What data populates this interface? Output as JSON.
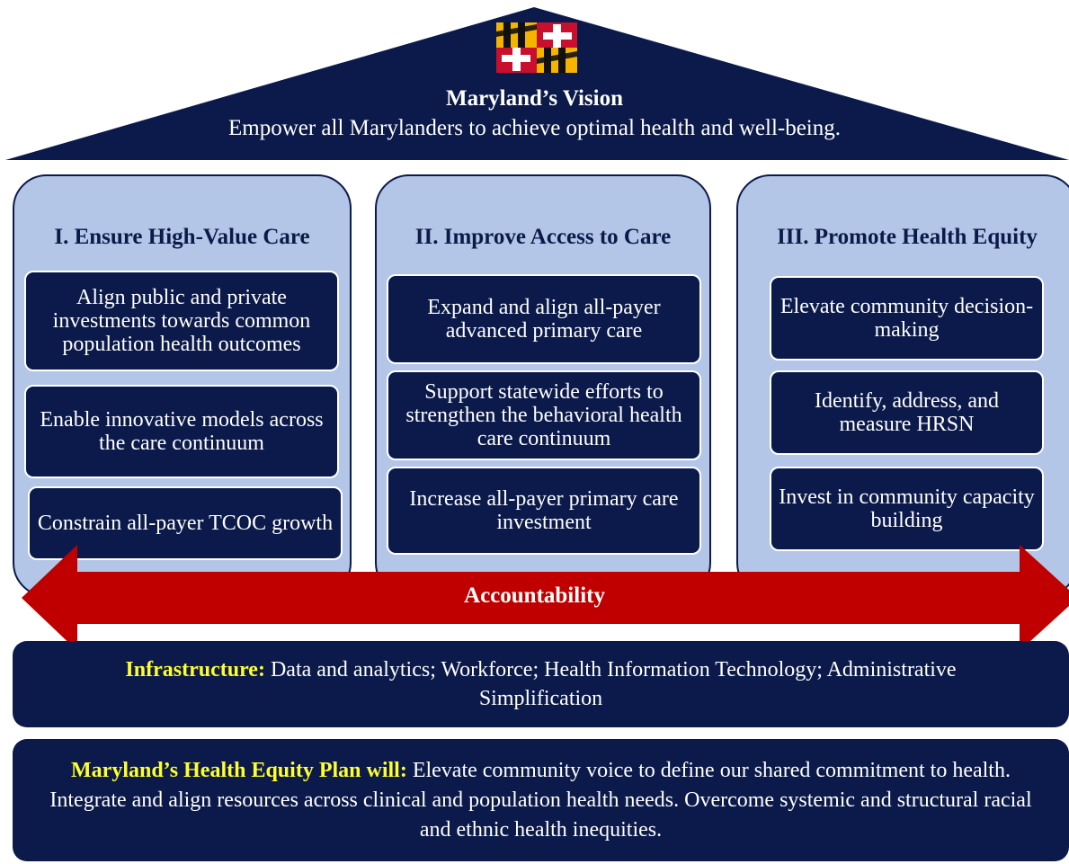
{
  "colors": {
    "navy": "#0b1a4a",
    "pillar_fill": "#b4c6e7",
    "arrow_red": "#c00000",
    "highlight_yellow": "#ffff2e"
  },
  "roof": {
    "logo": "maryland-flag-icon",
    "title": "Maryland’s Vision",
    "text": "Empower all Marylanders to achieve optimal health and well-being."
  },
  "pillars": [
    {
      "title": "I. Ensure High-Value Care",
      "items": [
        "Align public and private investments towards common population health outcomes",
        "Enable innovative models across the care continuum",
        "Constrain all-payer TCOC growth"
      ]
    },
    {
      "title": "II. Improve Access to Care",
      "items": [
        "Expand and align all-payer advanced primary care",
        "Support statewide efforts to strengthen the behavioral health care continuum",
        "Increase all-payer primary care investment"
      ]
    },
    {
      "title": "III. Promote Health Equity",
      "items": [
        "Elevate community decision-making",
        "Identify, address, and measure HRSN",
        "Invest in community capacity building"
      ]
    }
  ],
  "arrow": {
    "label": "Accountability"
  },
  "infrastructure": {
    "label": "Infrastructure:",
    "text": "Data and analytics; Workforce; Health Information Technology; Administrative Simplification"
  },
  "plan": {
    "label": "Maryland’s Health Equity Plan will:",
    "text": "Elevate community voice to define our shared commitment to health. Integrate and align resources across clinical and population health needs.  Overcome systemic and structural racial and ethnic health inequities."
  }
}
